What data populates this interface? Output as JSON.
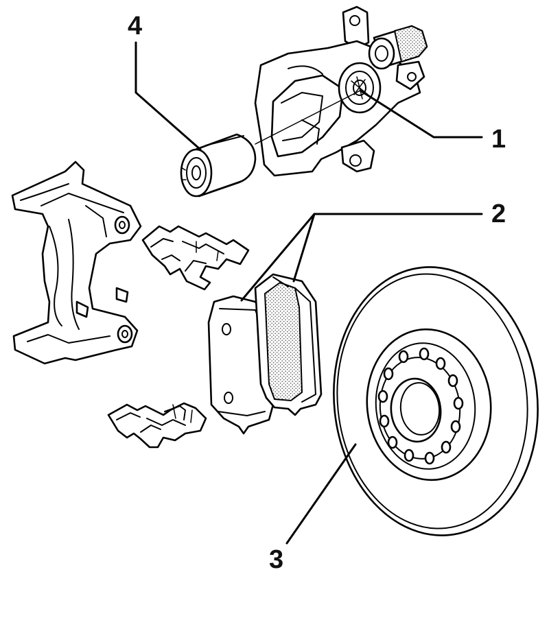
{
  "callouts": [
    {
      "id": "c1",
      "label": "1"
    },
    {
      "id": "c2",
      "label": "2"
    },
    {
      "id": "c3",
      "label": "3"
    },
    {
      "id": "c4",
      "label": "4"
    }
  ],
  "colors": {
    "line": "#000000",
    "background": "#ffffff",
    "stipple": "#555555"
  }
}
